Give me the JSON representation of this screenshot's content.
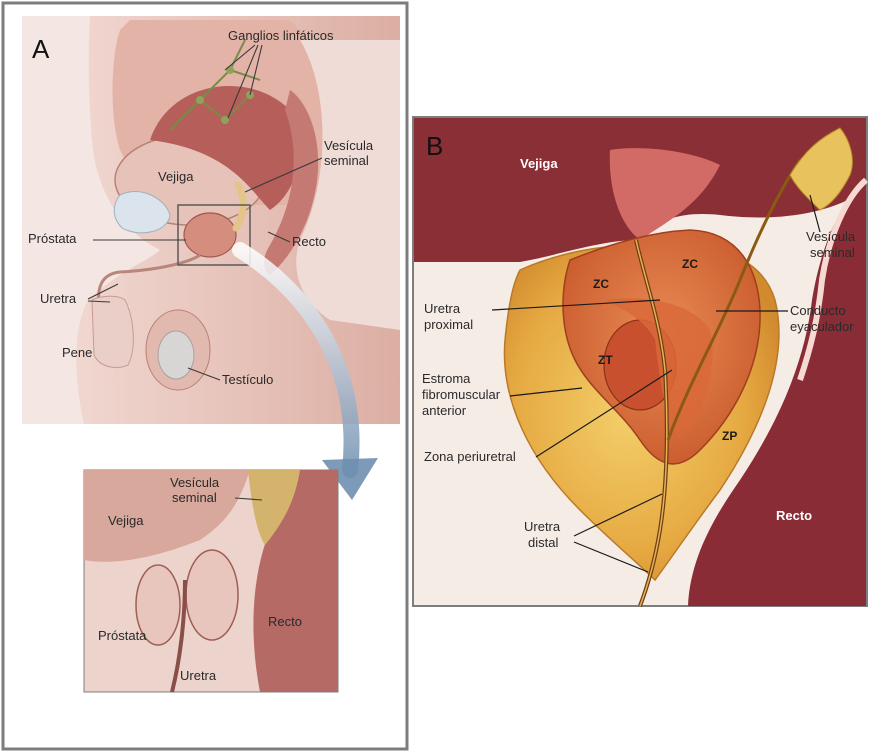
{
  "panel_a": {
    "letter": "A",
    "labels": {
      "ganglios": "Ganglios linfáticos",
      "vesicula_1": "Vesícula",
      "vesicula_2": "seminal",
      "vejiga": "Vejiga",
      "prostata": "Próstata",
      "recto": "Recto",
      "uretra": "Uretra",
      "pene": "Pene",
      "testiculo": "Testículo"
    },
    "inset_labels": {
      "vesicula_1": "Vesícula",
      "vesicula_2": "seminal",
      "vejiga": "Vejiga",
      "prostata": "Próstata",
      "recto": "Recto",
      "uretra": "Uretra"
    }
  },
  "panel_b": {
    "letter": "B",
    "labels": {
      "vejiga": "Vejiga",
      "vesicula_1": "Vesícula",
      "vesicula_2": "seminal",
      "conducto_1": "Conducto",
      "conducto_2": "eyaculador",
      "uretra_prox_1": "Uretra",
      "uretra_prox_2": "proximal",
      "estroma_1": "Estroma",
      "estroma_2": "fibromuscular",
      "estroma_3": "anterior",
      "zona_periuretral": "Zona periuretral",
      "uretra_dist_1": "Uretra",
      "uretra_dist_2": "distal",
      "recto": "Recto",
      "zc_left": "ZC",
      "zc_right": "ZC",
      "zt": "ZT",
      "zp": "ZP"
    }
  },
  "colors": {
    "tissue_pink": "#e7c2b8",
    "bladder_red": "#a8555a",
    "rectum_dark": "#8a2c35",
    "prostate_orange": "#d9733a",
    "stroma_yellow": "#e9b652"
  }
}
